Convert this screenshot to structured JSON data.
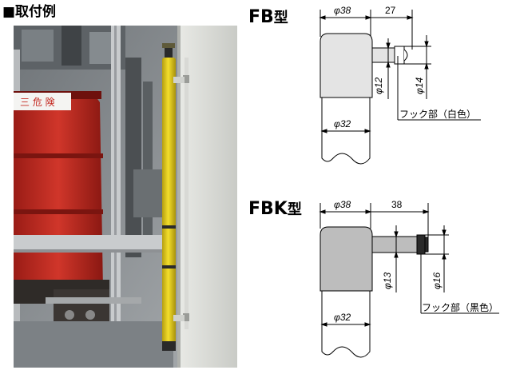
{
  "heading": "■取付例",
  "photo": {
    "sign_text": "三 危 険"
  },
  "fb": {
    "title_latin": "FB",
    "title_kanji": "型",
    "dim_body_width": "φ38",
    "dim_length": "27",
    "dim_shaft": "φ12",
    "dim_hook": "φ14",
    "dim_pipe": "φ32",
    "callout": "フック部（白色）"
  },
  "fbk": {
    "title_latin": "FBK",
    "title_kanji": "型",
    "dim_body_width": "φ38",
    "dim_length": "38",
    "dim_shaft": "φ13",
    "dim_hook": "φ16",
    "dim_pipe": "φ32",
    "callout": "フック部（黒色）"
  },
  "colors": {
    "fb_body": "#e4e4e4",
    "fbk_body": "#bdbdbd",
    "fb_hook": "#ffffff",
    "fbk_hook": "#2a2a2a",
    "pole_yellow": "#e8d21a",
    "cabinet_red": "#c42a22"
  }
}
